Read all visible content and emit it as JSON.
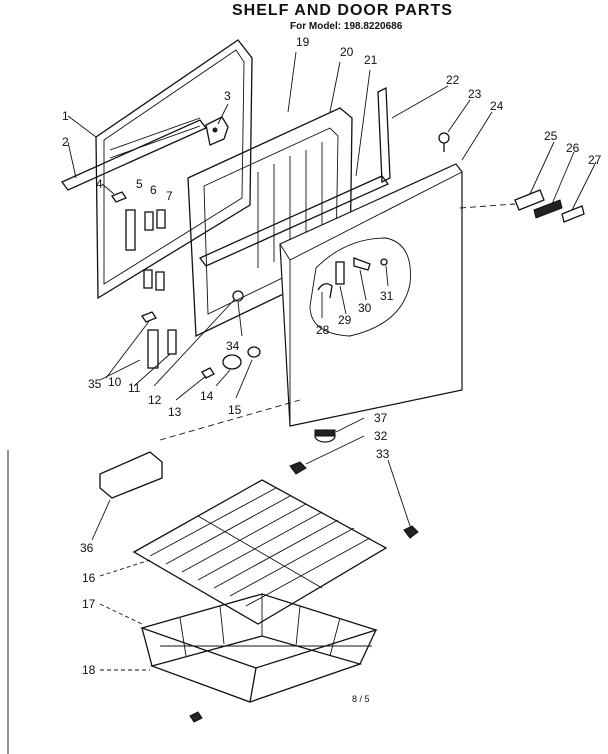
{
  "title": "SHELF AND DOOR PARTS",
  "subtitle": "For Model: 198.8220686",
  "page_number": "8 / 5",
  "callouts": [
    "1",
    "2",
    "3",
    "4",
    "5",
    "6",
    "7",
    "10",
    "11",
    "12",
    "13",
    "14",
    "15",
    "16",
    "17",
    "18",
    "19",
    "20",
    "21",
    "22",
    "23",
    "24",
    "25",
    "26",
    "27",
    "28",
    "29",
    "30",
    "31",
    "32",
    "33",
    "34",
    "35",
    "36",
    "37"
  ]
}
